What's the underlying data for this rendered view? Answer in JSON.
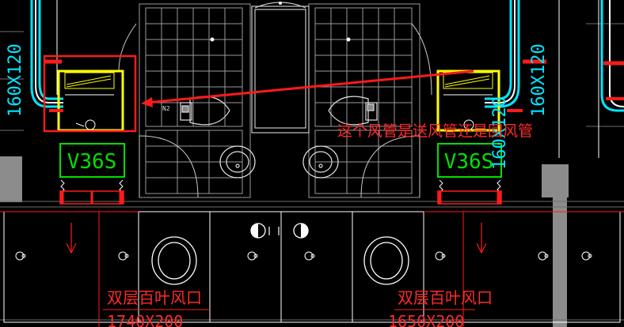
{
  "labels": {
    "duct_size": "160X120",
    "unit_code": "V36S",
    "unit_code_right_partial": "V36S",
    "annotation": "这个风管是送风管还是回风管",
    "grille_left": "双层百叶风口",
    "grille_right": "双层百叶风口",
    "grille_size_left": "1740X200",
    "grille_size_right": "1650X200",
    "small_mark": "N2"
  },
  "colors": {
    "background": "#000000",
    "cyan_pipe": "#00e5ff",
    "red": "#ff1a1a",
    "yellow": "#ffff00",
    "green": "#00e000",
    "white": "#ffffff",
    "gray_wall": "#8c8c8c",
    "grid_lines": "#b0b0b0",
    "gray_structure": "#7a7a7a"
  },
  "icons": [
    "fan-coil-unit-icon",
    "diffuser-circle-icon",
    "toilet-icon",
    "sink-icon",
    "bathtub-icon",
    "arrow-down-icon"
  ]
}
